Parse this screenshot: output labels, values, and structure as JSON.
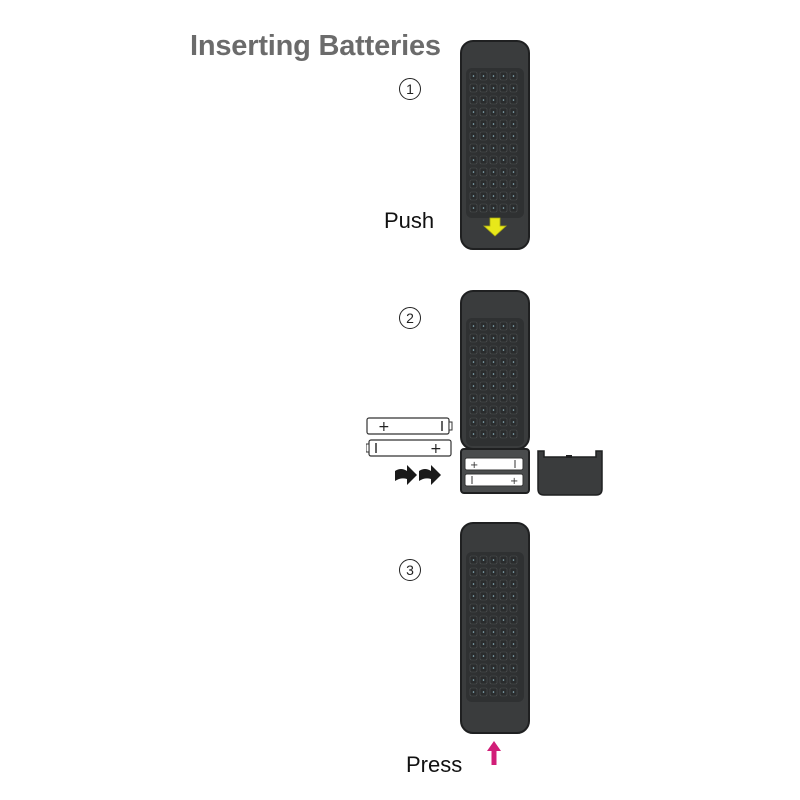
{
  "title": "Inserting Batteries",
  "steps": [
    {
      "number": "1",
      "label": "Push",
      "arrow_color": "#e8e81a"
    },
    {
      "number": "2",
      "label": ""
    },
    {
      "number": "3",
      "label": "Press",
      "arrow_color": "#d11e78"
    }
  ],
  "colors": {
    "remote_body": "#3a3c3d",
    "remote_edge": "#1f2021",
    "key": "#2a2c2d",
    "battery_fill": "#ffffff",
    "battery_stroke": "#333333",
    "insert_arrow": "#1a1a1a"
  },
  "icons": {
    "push_arrow": "arrow-down-icon",
    "insert_arrow": "arrow-right-icon",
    "press_arrow": "arrow-up-icon"
  }
}
